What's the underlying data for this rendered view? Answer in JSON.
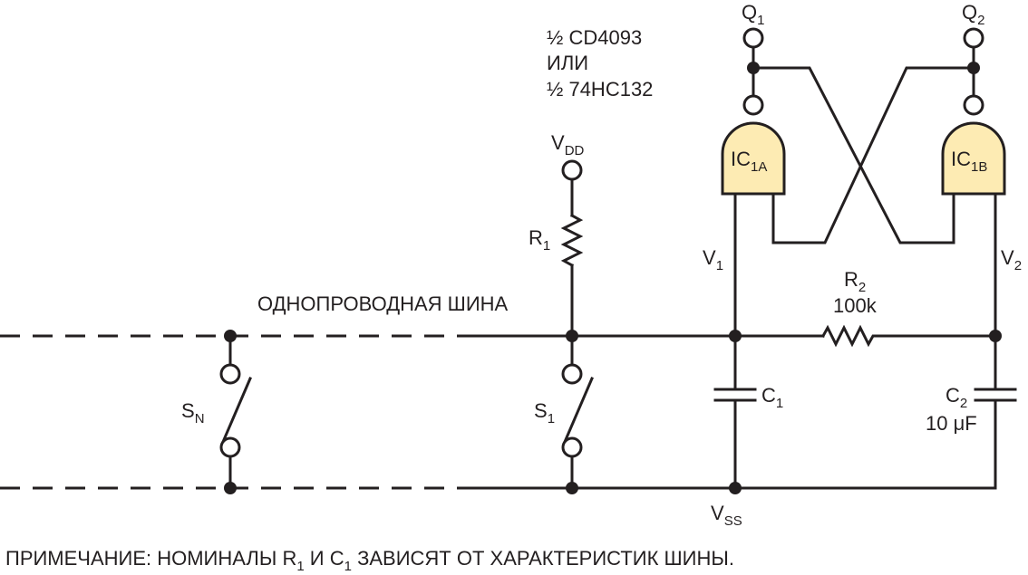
{
  "ic_note": [
    "½ CD4093",
    "ИЛИ",
    "½ 74HC132"
  ],
  "labels": {
    "q1": {
      "main": "Q",
      "sub": "1"
    },
    "q2": {
      "main": "Q",
      "sub": "2"
    },
    "vdd": {
      "main": "V",
      "sub": "DD"
    },
    "ic1a": {
      "main": "IC",
      "sub": "1A"
    },
    "ic1b": {
      "main": "IC",
      "sub": "1B"
    },
    "r1": {
      "main": "R",
      "sub": "1"
    },
    "v1": {
      "main": "V",
      "sub": "1"
    },
    "v2": {
      "main": "V",
      "sub": "2"
    },
    "r2": {
      "main": "R",
      "sub": "2"
    },
    "r2_value": "100k",
    "bus": "ОДНОПРОВОДНАЯ ШИНА",
    "sn": {
      "main": "S",
      "sub": "N"
    },
    "s1": {
      "main": "S",
      "sub": "1"
    },
    "c1": {
      "main": "C",
      "sub": "1"
    },
    "c2": {
      "main": "C",
      "sub": "2"
    },
    "c2_value": "10 μF",
    "vss": {
      "main": "V",
      "sub": "SS"
    }
  },
  "note": {
    "prefix": "ПРИМЕЧАНИЕ: НОМИНАЛЫ R",
    "sub1": "1",
    "middle": " И C",
    "sub2": "1",
    "suffix": " ЗАВИСЯТ ОТ ХАРАКТЕРИСТИК ШИНЫ."
  },
  "colors": {
    "gate_fill": "#fdebb3",
    "ink": "#231f20"
  }
}
